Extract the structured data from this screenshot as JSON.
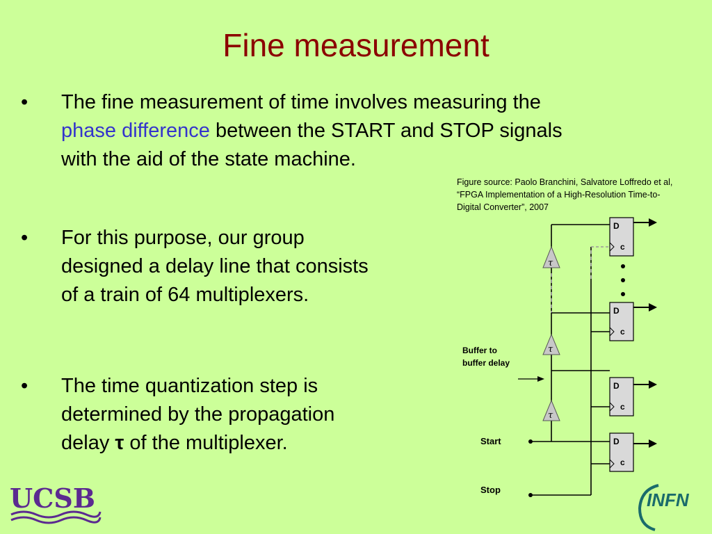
{
  "slide": {
    "title": "Fine measurement",
    "bullets": [
      {
        "marker": "•",
        "line1": "The fine measurement of time involves measuring the",
        "highlight": "phase difference",
        "line2_rest": " between the START and STOP signals",
        "line3": "with the aid of the state machine."
      },
      {
        "marker": "•",
        "lines": [
          "For this purpose, our group",
          "designed a delay line that consists",
          "of a train of 64 multiplexers."
        ]
      },
      {
        "marker": "•",
        "lines": [
          "The time quantization step is",
          "determined by the propagation"
        ],
        "line3_prefix": "delay ",
        "tau": "τ",
        "line3_suffix": " of the multiplexer."
      }
    ],
    "caption_lines": [
      "Figure source: Paolo Branchini, Salvatore Loffredo et al,",
      "“FPGA Implementation of a High-Resolution Time-to-",
      "Digital Converter”, 2007"
    ]
  },
  "diagram": {
    "flipflop_d": "D",
    "flipflop_c": "c",
    "tau_symbol": "τ",
    "buffer_label_line1": "Buffer to",
    "buffer_label_line2": "buffer delay",
    "start_label": "Start",
    "stop_label": "Stop",
    "continuation": "• • •"
  },
  "logos": {
    "ucsb": "UCSB",
    "infn": "INFN"
  },
  "colors": {
    "background": "#ccff99",
    "title": "#8b0000",
    "highlight": "#3333cc",
    "ucsb": "#5b2a90",
    "infn_teal": "#1a6b6b"
  }
}
